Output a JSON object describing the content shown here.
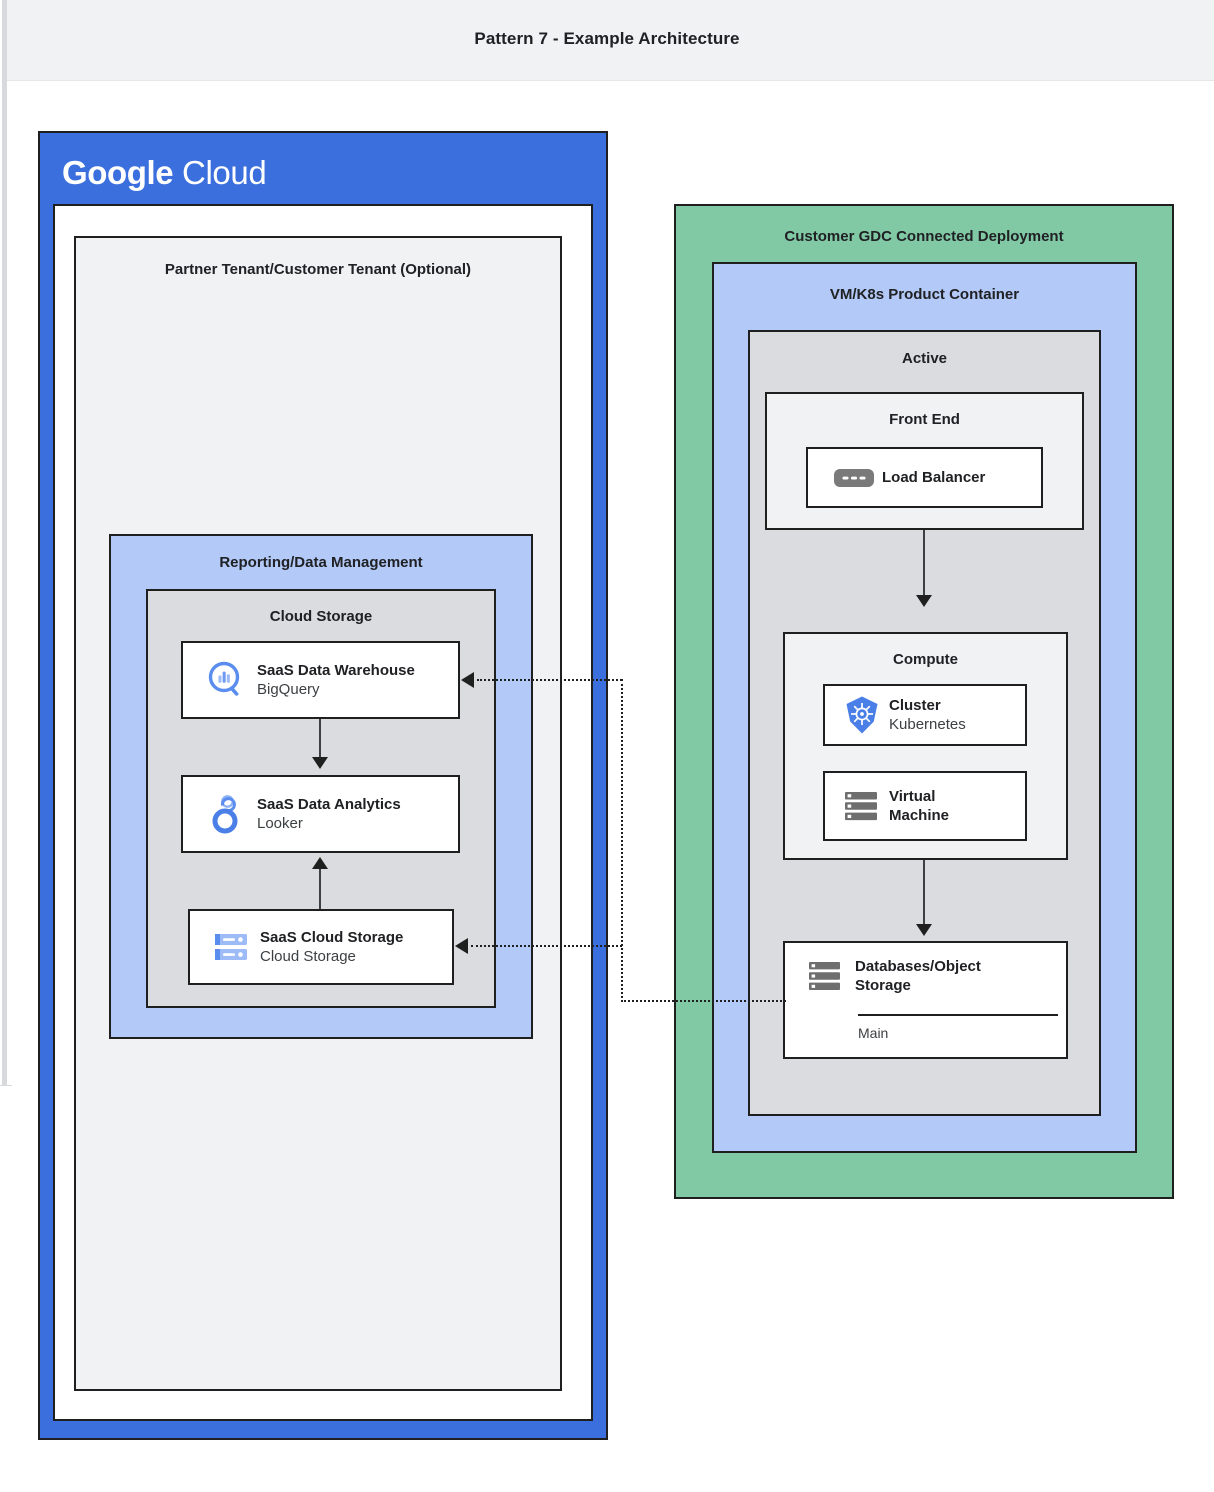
{
  "header": {
    "title": "Pattern 7 - Example Architecture"
  },
  "google_cloud": {
    "brand_google": "Google",
    "brand_cloud": "Cloud",
    "tenant_label": "Partner Tenant/Customer Tenant (Optional)",
    "reporting": {
      "label": "Reporting/Data Management",
      "cloud_storage_label": "Cloud Storage",
      "nodes": [
        {
          "title": "SaaS Data Warehouse",
          "subtitle": "BigQuery",
          "icon": "bigquery-icon"
        },
        {
          "title": "SaaS Data Analytics",
          "subtitle": "Looker",
          "icon": "looker-icon"
        },
        {
          "title": "SaaS Cloud Storage",
          "subtitle": "Cloud Storage",
          "icon": "cloud-storage-icon"
        }
      ]
    }
  },
  "gdc": {
    "label": "Customer GDC Connected Deployment",
    "product_container_label": "VM/K8s Product Container",
    "active_label": "Active",
    "front_end": {
      "label": "Front End",
      "node": {
        "title": "Load Balancer",
        "icon": "load-balancer-icon"
      }
    },
    "compute": {
      "label": "Compute",
      "nodes": [
        {
          "title": "Cluster",
          "subtitle": "Kubernetes",
          "icon": "kubernetes-icon"
        },
        {
          "title": "Virtual",
          "subtitle": "Machine",
          "icon": "virtual-machine-icon"
        }
      ]
    },
    "database": {
      "title_line1": "Databases/Object",
      "title_line2": "Storage",
      "footer": "Main",
      "icon": "database-icon"
    }
  },
  "colors": {
    "google_blue": "#3b6fdd",
    "light_blue": "#b3c9f7",
    "green": "#81c9a5",
    "gray_panel": "#dadce0",
    "gray_light": "#f1f2f4",
    "stroke": "#1f1f1f"
  }
}
